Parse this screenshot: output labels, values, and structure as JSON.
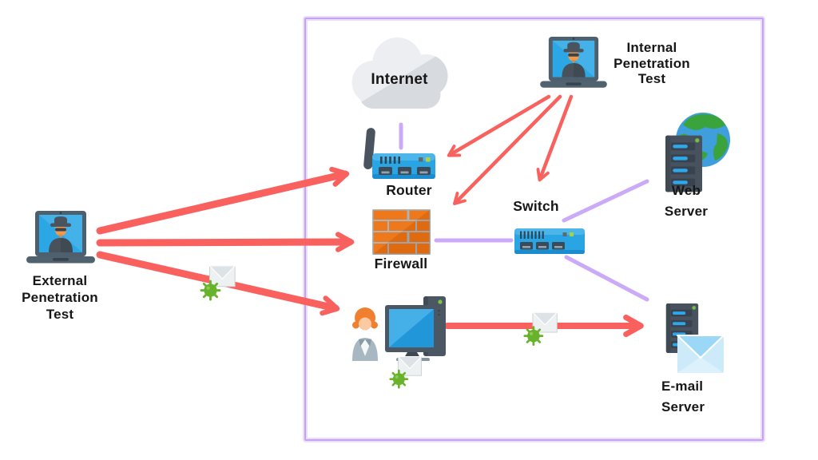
{
  "diagram": {
    "description": "Network penetration testing diagram",
    "labels": {
      "internet": "Internet",
      "router": "Router",
      "firewall": "Firewall",
      "switch": "Switch",
      "web_server": [
        "Web",
        "Server"
      ],
      "email_server": [
        "E-mail",
        "Server"
      ],
      "internal_test": [
        "Internal",
        "Penetration",
        "Test"
      ],
      "external_test": [
        "External",
        "Penetration",
        "Test"
      ]
    },
    "icons": {
      "internet": "cloud-icon",
      "internal_test": "hacker-laptop-icon",
      "external_test": "hacker-laptop-icon",
      "router": "wireless-router-icon",
      "firewall": "brick-wall-icon",
      "switch": "network-switch-icon",
      "web_server": "server-globe-icon",
      "email_server": "server-envelope-icon",
      "workstation": "user-computer-icon",
      "malware": "virus-envelope-icon"
    },
    "connections": {
      "attack_arrows": [
        {
          "from": "external-penetration-test",
          "to": "router"
        },
        {
          "from": "external-penetration-test",
          "to": "firewall"
        },
        {
          "from": "external-penetration-test",
          "to": "workstation"
        },
        {
          "from": "internal-penetration-test",
          "to": "router"
        },
        {
          "from": "internal-penetration-test",
          "to": "firewall"
        },
        {
          "from": "internal-penetration-test",
          "to": "switch"
        },
        {
          "from": "workstation",
          "to": "email-server"
        }
      ],
      "network_links": [
        {
          "from": "internet",
          "to": "router"
        },
        {
          "from": "firewall",
          "to": "switch"
        },
        {
          "from": "switch",
          "to": "web-server"
        },
        {
          "from": "switch",
          "to": "email-server"
        }
      ]
    },
    "colors": {
      "attack_arrow": "#f9615e",
      "network_link": "#cbaaf7",
      "boundary": "#c7a1f2",
      "device_blue": "#2aa5e4",
      "firewall_orange": "#ee7110",
      "server_dark": "#47525e",
      "virus_green": "#69b32c",
      "text": "#161616",
      "background": "#ffffff"
    }
  }
}
